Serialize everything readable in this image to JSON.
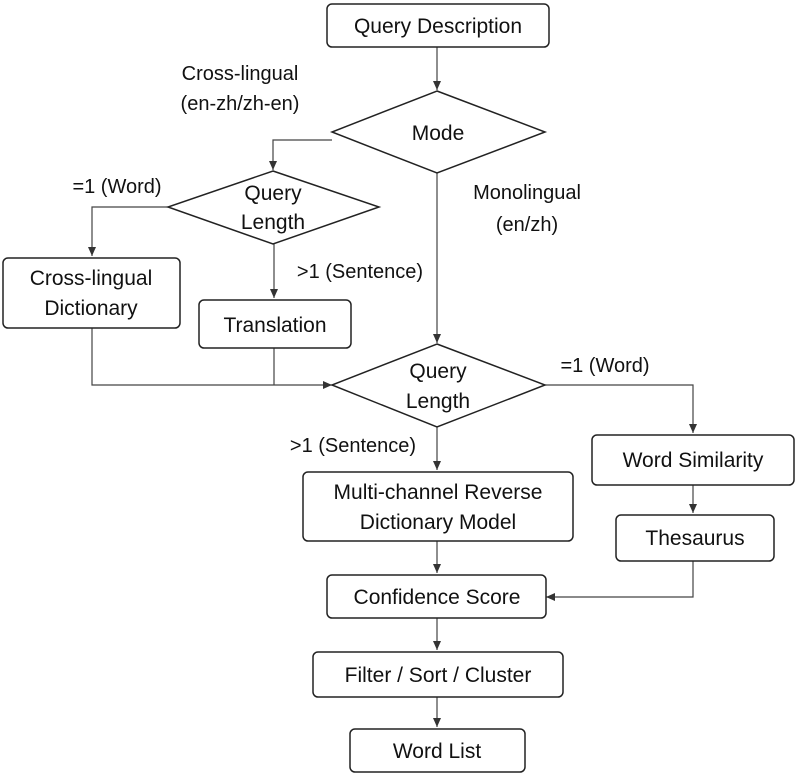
{
  "nodes": {
    "query_description": "Query Description",
    "mode": "Mode",
    "query_length_1": [
      "Query",
      "Length"
    ],
    "cross_lingual_dictionary": [
      "Cross-lingual",
      "Dictionary"
    ],
    "translation": "Translation",
    "query_length_2": [
      "Query",
      "Length"
    ],
    "word_similarity": "Word Similarity",
    "thesaurus": "Thesaurus",
    "reverse_dictionary_model": [
      "Multi-channel Reverse",
      "Dictionary Model"
    ],
    "confidence_score": "Confidence Score",
    "filter_sort_cluster": "Filter / Sort / Cluster",
    "word_list": "Word List"
  },
  "edge_labels": {
    "cross_lingual": [
      "Cross-lingual",
      "(en-zh/zh-en)"
    ],
    "monolingual": [
      "Monolingual",
      "(en/zh)"
    ],
    "word_1": "=1 (Word)",
    "sentence_1": ">1 (Sentence)",
    "word_2": "=1 (Word)",
    "sentence_2": ">1 (Sentence)"
  }
}
